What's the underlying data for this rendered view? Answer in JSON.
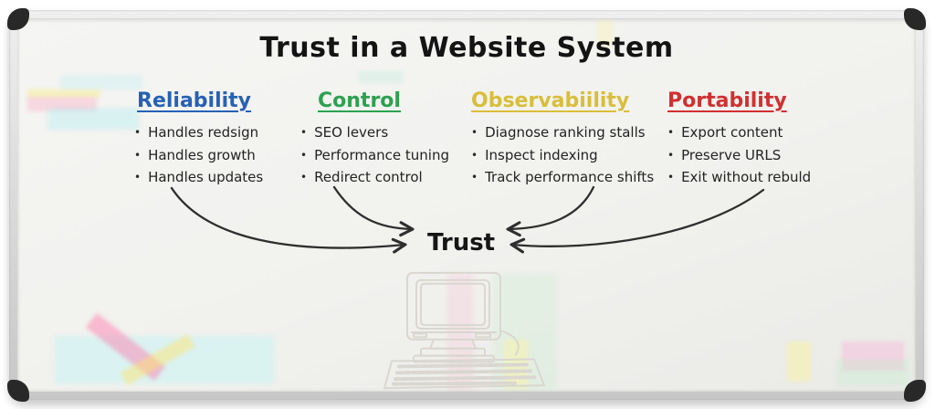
{
  "board": {
    "title": "Trust in a Website System",
    "center_label": "Trust"
  },
  "columns": [
    {
      "heading": "Reliability",
      "color": "#2661b5",
      "items": [
        "Handles redsign",
        "Handles growth",
        "Handles updates"
      ]
    },
    {
      "heading": "Control",
      "color": "#2da14f",
      "items": [
        "SEO levers",
        "Performance tuning",
        "Redirect control"
      ]
    },
    {
      "heading": "Observabiility",
      "color": "#d8be3a",
      "items": [
        "Diagnose ranking stalls",
        "Inspect indexing",
        "Track performance shifts"
      ]
    },
    {
      "heading": "Portability",
      "color": "#d13030",
      "items": [
        "Export content",
        "Preserve URLS",
        "Exit without rebuld"
      ]
    }
  ],
  "connections": [
    {
      "from": "Reliability",
      "to": "Trust"
    },
    {
      "from": "Control",
      "to": "Trust"
    },
    {
      "from": "Observabiility",
      "to": "Trust"
    },
    {
      "from": "Portability",
      "to": "Trust"
    }
  ],
  "icons": {
    "computer": "retro-computer-sketch"
  }
}
